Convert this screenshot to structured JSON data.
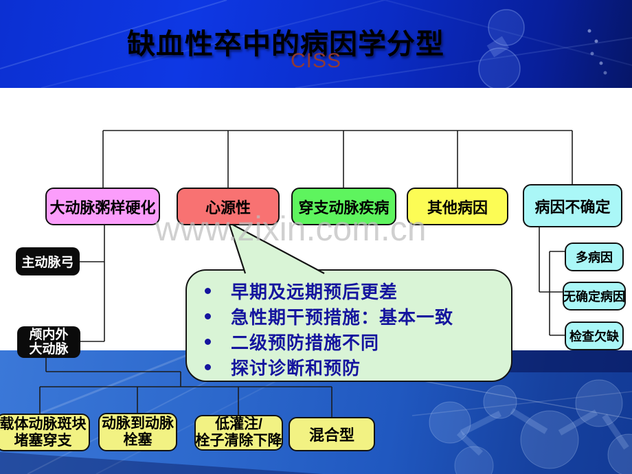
{
  "slide": {
    "title": "缺血性卒中的病因学分型",
    "subtitle": "CISS",
    "watermark": "www.zixin.com.cn"
  },
  "colors": {
    "header_blue": "#0d33d8",
    "footer_blue": "#2c68cc",
    "title_text": "#000000",
    "subtitle_text": "#8e3a35",
    "callout_fill": "#d9f4d6",
    "callout_text": "#15159e",
    "watermark_text": "#bfbfbf",
    "connector": "#1c1c1c"
  },
  "nodes": {
    "top_row": [
      {
        "label": "大动脉粥样硬化",
        "fill": "#fb9dfb"
      },
      {
        "label": "心源性",
        "fill": "#f87272"
      },
      {
        "label": "穿支动脉疾病",
        "fill": "#5ef45e"
      },
      {
        "label": "其他病因",
        "fill": "#fcfc55"
      },
      {
        "label": "病因不确定",
        "fill": "#aaf7f7"
      }
    ],
    "left_column": [
      {
        "lines": [
          "主动脉弓"
        ],
        "fill": "#0b0b0b",
        "text": "#ffffff"
      },
      {
        "lines": [
          "颅内外",
          "大动脉"
        ],
        "fill": "#0b0b0b",
        "text": "#ffffff"
      }
    ],
    "right_column": [
      {
        "label": "多病因",
        "fill": "#aaf7f7"
      },
      {
        "label": "无确定病因",
        "fill": "#aaf7f7"
      },
      {
        "label": "检查欠缺",
        "fill": "#aaf7f7"
      }
    ],
    "bottom_row": [
      {
        "lines": [
          "载体动脉斑块",
          "堵塞穿支"
        ],
        "fill": "#f2f283"
      },
      {
        "lines": [
          "动脉到动脉",
          "栓塞"
        ],
        "fill": "#f2f283"
      },
      {
        "lines": [
          "低灌注/",
          "栓子清除下降"
        ],
        "fill": "#f2f283"
      },
      {
        "lines": [
          "混合型"
        ],
        "fill": "#f2f283"
      }
    ]
  },
  "callout": {
    "bullets": [
      "早期及远期预后更差",
      "急性期干预措施：基本一致",
      "二级预防措施不同",
      "探讨诊断和预防"
    ]
  }
}
